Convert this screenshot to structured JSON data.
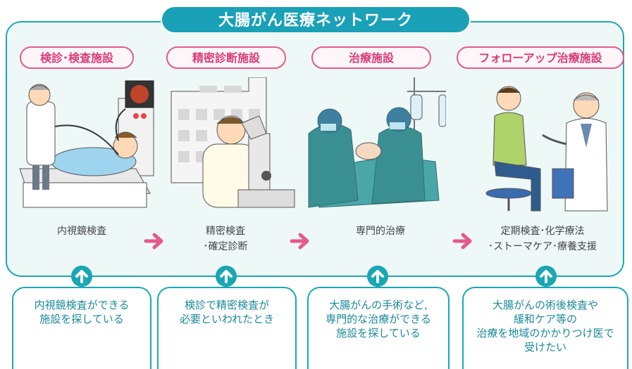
{
  "title": "大腸がん医療ネットワーク",
  "categories": [
    {
      "label": "検診･検査施設"
    },
    {
      "label": "精密診断施設"
    },
    {
      "label": "治療施設"
    },
    {
      "label": "フォローアップ治療施設"
    }
  ],
  "steps": [
    {
      "lines": [
        "内視鏡検査"
      ]
    },
    {
      "lines": [
        "精密検査",
        "･確定診断"
      ]
    },
    {
      "lines": [
        "専門的治療"
      ]
    },
    {
      "lines": [
        "定期検査･化学療法",
        "･ストーマケア･療養支援"
      ]
    }
  ],
  "questions": [
    {
      "lines": [
        "内視鏡検査ができる",
        "施設を探している"
      ]
    },
    {
      "lines": [
        "検診で精密検査が",
        "必要といわれたとき"
      ]
    },
    {
      "lines": [
        "大腸がんの手術など,",
        "専門的な治療ができる",
        "施設を探している"
      ]
    },
    {
      "lines": [
        "大腸がんの術後検査や",
        "緩和ケア等の",
        "治療を地域のかかりつけ医で",
        "受けたい"
      ]
    }
  ],
  "colors": {
    "teal": "#19a7b6",
    "pink": "#e55a8a",
    "panel_bg": "#eef8f7"
  }
}
